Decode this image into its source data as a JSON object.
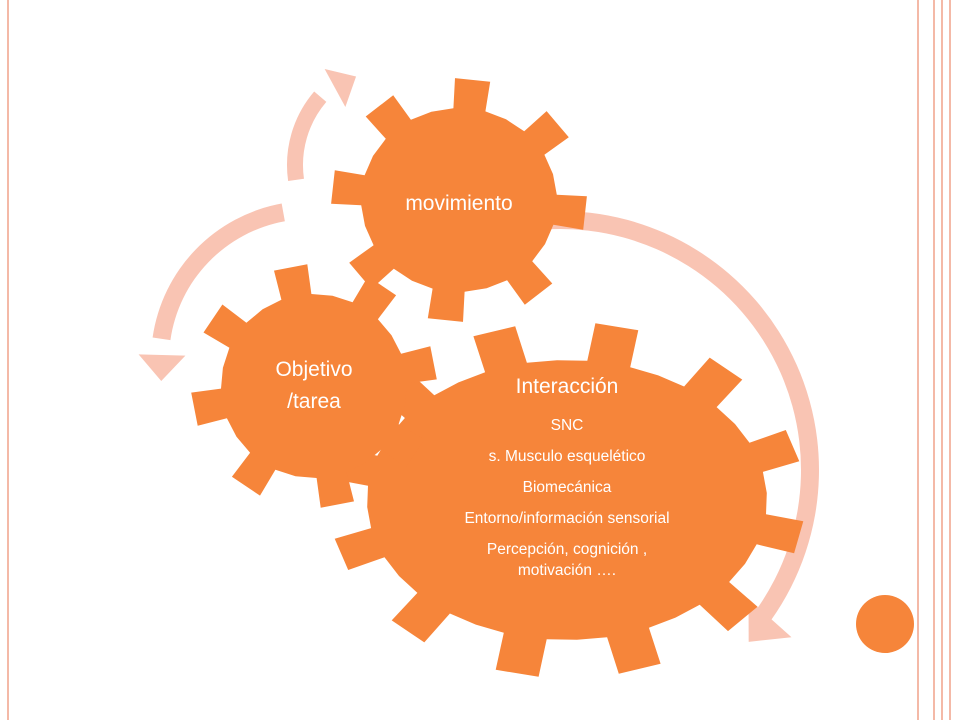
{
  "diagram": {
    "gears": {
      "interaction": {
        "title": "Interacción",
        "lines": [
          "SNC",
          "s. Musculo esquelético",
          "Biomecánica",
          "Entorno/información sensorial",
          "Percepción, cognición ,",
          "motivación …."
        ]
      },
      "objective": {
        "line1": "Objetivo",
        "line2": "/tarea"
      },
      "movement": {
        "label": "movimiento"
      }
    }
  },
  "colors": {
    "gear_fill": "#F6853A",
    "arrow_fill": "#F9C4B3",
    "frame_line": "#F4B9A7",
    "accent_circle": "#F6853A"
  }
}
